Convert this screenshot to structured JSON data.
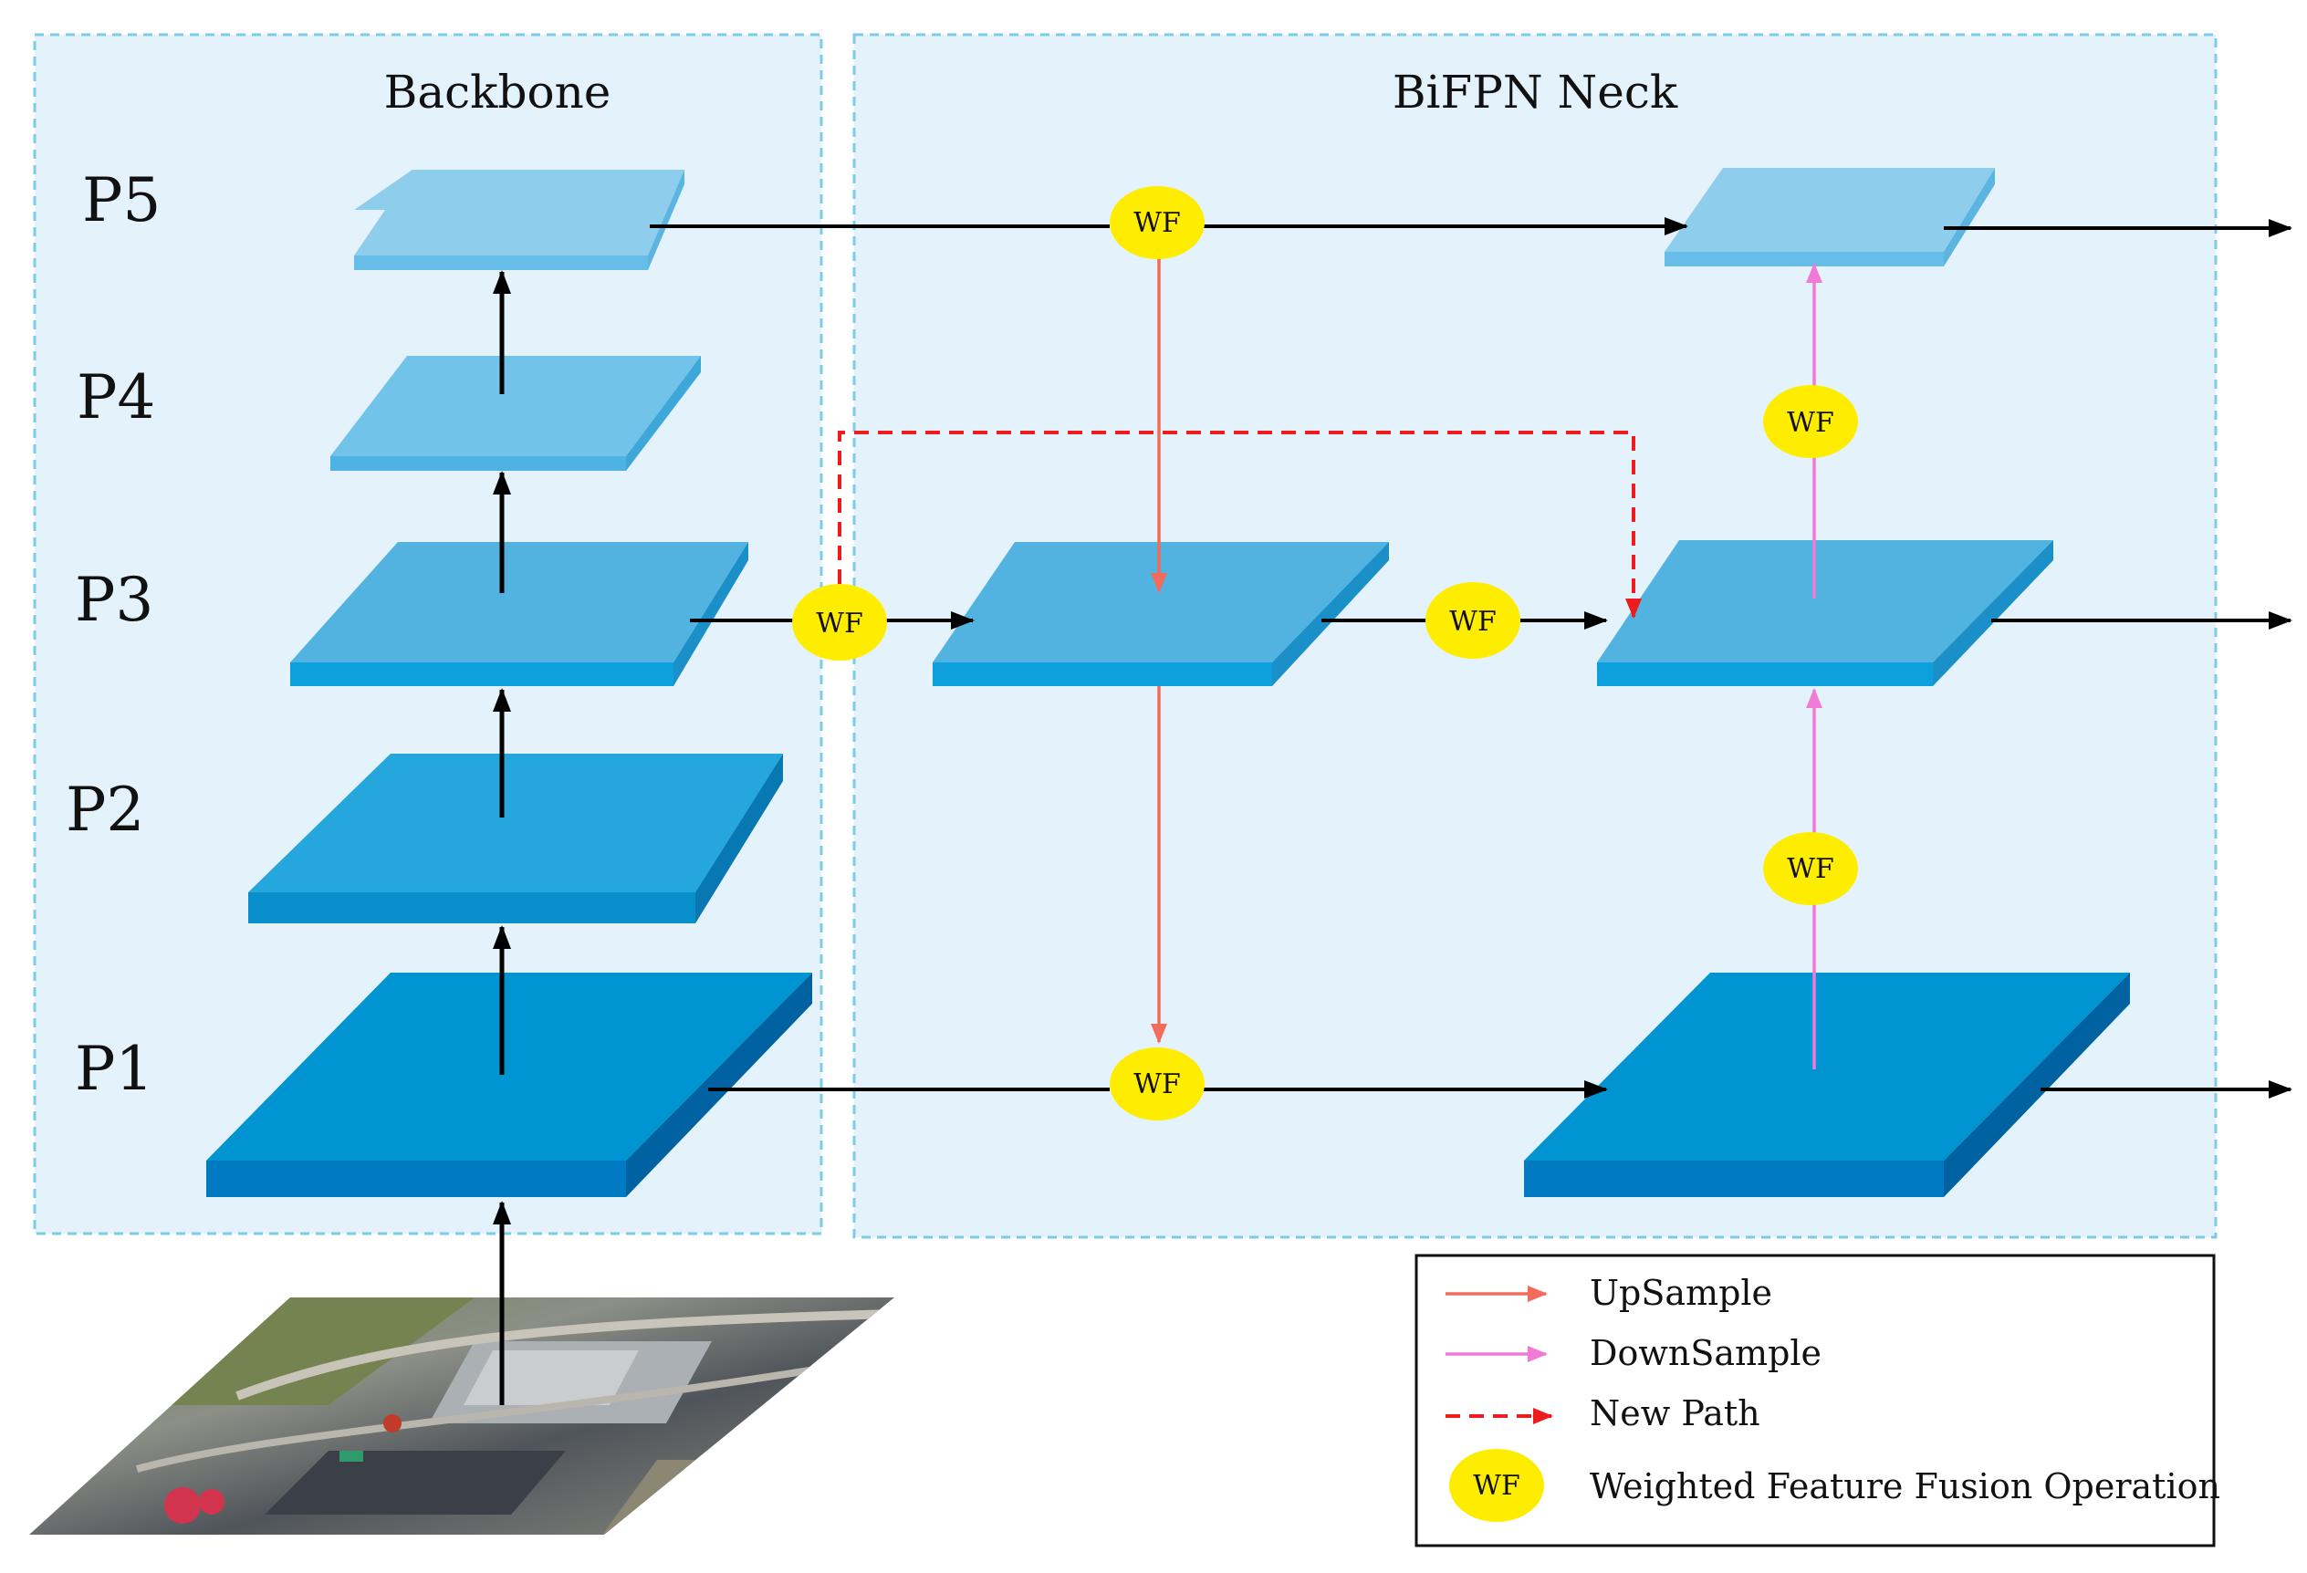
{
  "regions": {
    "backbone": {
      "title": "Backbone"
    },
    "neck": {
      "title": "BiFPN Neck"
    }
  },
  "levels": {
    "p5": "P5",
    "p4": "P4",
    "p3": "P3",
    "p2": "P2",
    "p1": "P1"
  },
  "wf_label": "WF",
  "legend": {
    "upsample": "UpSample",
    "downsample": "DownSample",
    "new_path": "New Path",
    "wf_symbol": "WF",
    "wf_desc": "Weighted Feature Fusion Operation"
  },
  "colors": {
    "region_fill": "#e4f3fb",
    "region_border": "#7ccbea",
    "arrow_black": "#000000",
    "upsample": "#f26b5b",
    "downsample": "#f07ad6",
    "new_path": "#ee1c1c",
    "wf_fill": "#ffed00",
    "p5_top": "#8ecdec",
    "p5_front": "#66bde8",
    "p4_top": "#72c3ea",
    "p4_front": "#4eb3e4",
    "p3_top": "#52b2e0",
    "p3_front": "#0ea0dc",
    "p2_top": "#25a7dd",
    "p2_front": "#0990cc",
    "p1_top": "#0094d2",
    "p1_front": "#0079c3"
  }
}
